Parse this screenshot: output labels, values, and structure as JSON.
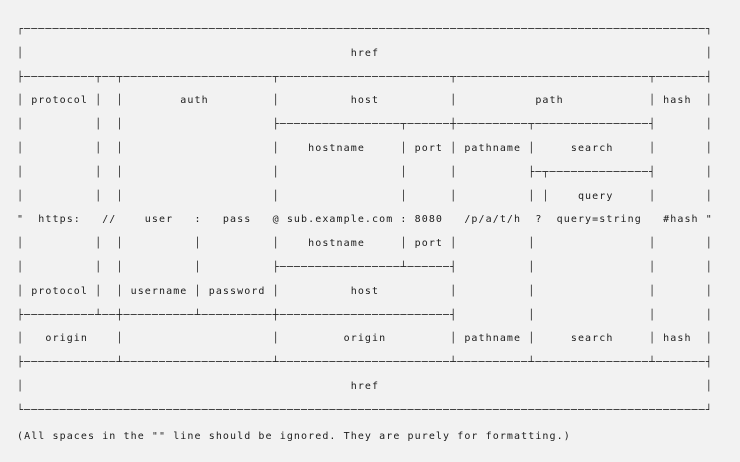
{
  "colors": {
    "background": "#f2f2f2",
    "text": "#1c1c1c"
  },
  "diagram": {
    "lines": [
      "┌────────────────────────────────────────────────────────────────────────────────────────────────┐",
      "│                                              href                                              │",
      "├──────────┬──┬─────────────────────┬────────────────────────┬───────────────────────────┬───────┤",
      "│ protocol │  │        auth         │          host          │           path            │ hash  │",
      "│          │  │                     ├─────────────────┬──────┼──────────┬────────────────┤       │",
      "│          │  │                     │    hostname     │ port │ pathname │     search     │       │",
      "│          │  │                     │                 │      │          ├─┬──────────────┤       │",
      "│          │  │                     │                 │      │          │ │    query     │       │",
      "\"  https:   //    user   :   pass   @ sub.example.com : 8080   /p/a/t/h  ?  query=string   #hash \"",
      "│          │  │          │          │    hostname     │ port │          │                │       │",
      "│          │  │          │          ├─────────────────┴──────┤          │                │       │",
      "│ protocol │  │ username │ password │          host          │          │                │       │",
      "├──────────┴──┼──────────┴──────────┼────────────────────────┤          │                │       │",
      "│   origin    │                     │         origin         │ pathname │     search     │ hash  │",
      "├─────────────┴─────────────────────┴────────────────────────┴──────────┴────────────────┴───────┤",
      "│                                              href                                              │",
      "└────────────────────────────────────────────────────────────────────────────────────────────────┘"
    ],
    "note": "(All spaces in the \"\" line should be ignored. They are purely for formatting.)",
    "labels": [
      "href",
      "protocol",
      "auth",
      "host",
      "path",
      "hash",
      "hostname",
      "port",
      "pathname",
      "search",
      "query",
      "username",
      "password",
      "origin"
    ],
    "example_tokens": [
      "\"",
      "https:",
      "//",
      "user",
      ":",
      "pass",
      "@",
      "sub.example.com",
      ":",
      "8080",
      "/p/a/t/h",
      "?",
      "query=string",
      "#hash",
      "\""
    ]
  }
}
